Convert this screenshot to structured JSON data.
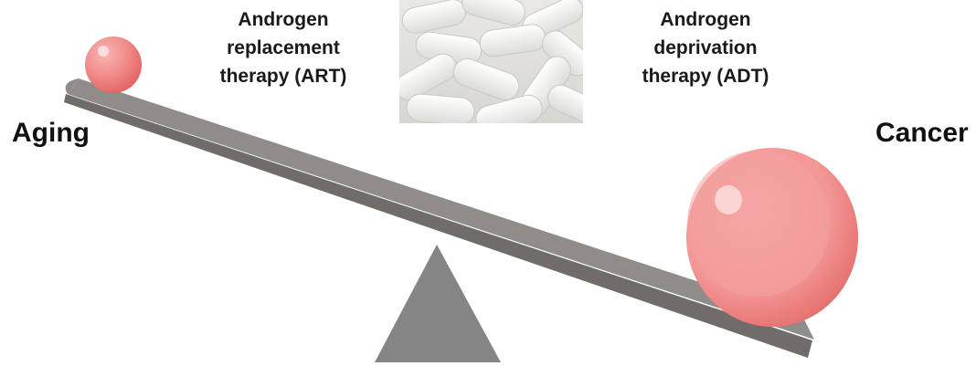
{
  "therapy_left": {
    "lines": [
      "Androgen",
      "replacement",
      "therapy (ART)"
    ]
  },
  "therapy_right": {
    "lines": [
      "Androgen",
      "deprivation",
      "therapy (ADT)"
    ]
  },
  "side_left": {
    "label": "Aging"
  },
  "side_right": {
    "label": "Cancer"
  },
  "colors": {
    "beam": "#8f8c89",
    "beam_shadow": "#6f6c69",
    "fulcrum": "#858585",
    "ball": "#f08a88",
    "ball_highlight": "#fbd5d4",
    "ball_edge": "#e06462",
    "pill": "#f4f4f2"
  },
  "icons": {
    "pills_image": "pills-photo",
    "seesaw": "seesaw-balance"
  }
}
